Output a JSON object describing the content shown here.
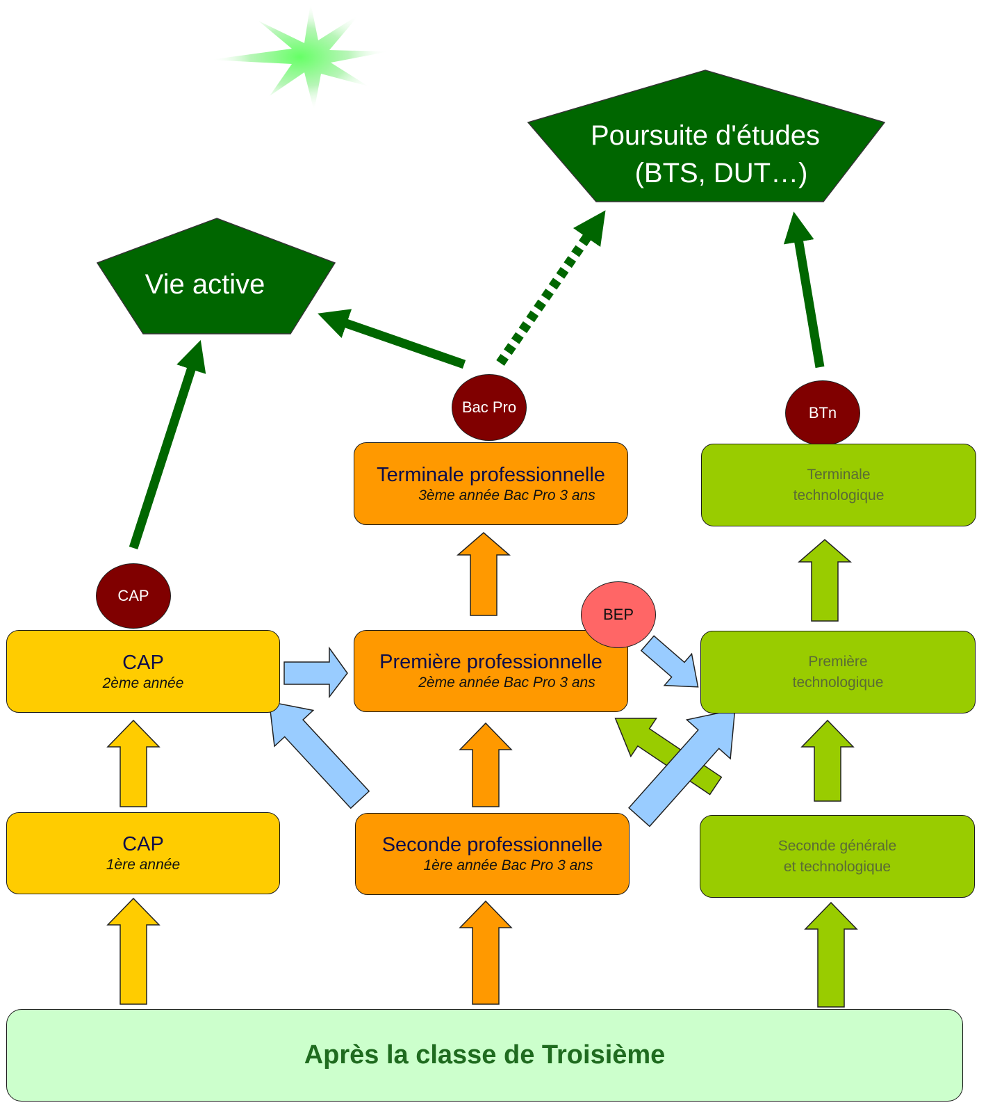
{
  "goals": {
    "vie_active": "Vie active",
    "poursuite_line1": "Poursuite d'études",
    "poursuite_line2": "(BTS, DUT…)"
  },
  "badges": {
    "cap": "CAP",
    "bac_pro": "Bac Pro",
    "btn": "BTn",
    "bep": "BEP"
  },
  "cap_track": {
    "year2_title": "CAP",
    "year2_sub": "2ème année",
    "year1_title": "CAP",
    "year1_sub": "1ère année"
  },
  "pro_track": {
    "terminale_title": "Terminale professionnelle",
    "terminale_sub": "3ème année Bac Pro 3 ans",
    "premiere_title": "Première professionnelle",
    "premiere_sub": "2ème année Bac Pro 3 ans",
    "seconde_title": "Seconde professionnelle",
    "seconde_sub": "1ère année Bac Pro 3 ans"
  },
  "tech_track": {
    "terminale_line1": "Terminale",
    "terminale_line2": "technologique",
    "premiere_line1": "Première",
    "premiere_line2": "technologique",
    "seconde_line1": "Seconde générale",
    "seconde_line2": "et technologique"
  },
  "bottom_label": "Après la classe de Troisième",
  "colors": {
    "dark_green": "#006600",
    "cap_yellow": "#ffcc00",
    "pro_orange": "#ff9900",
    "tech_lime": "#99cc00",
    "bridge_blue": "#99ccff",
    "badge_maroon": "#800000",
    "bep_salmon": "#ff6666",
    "bottom_bg": "#ccffcc"
  }
}
